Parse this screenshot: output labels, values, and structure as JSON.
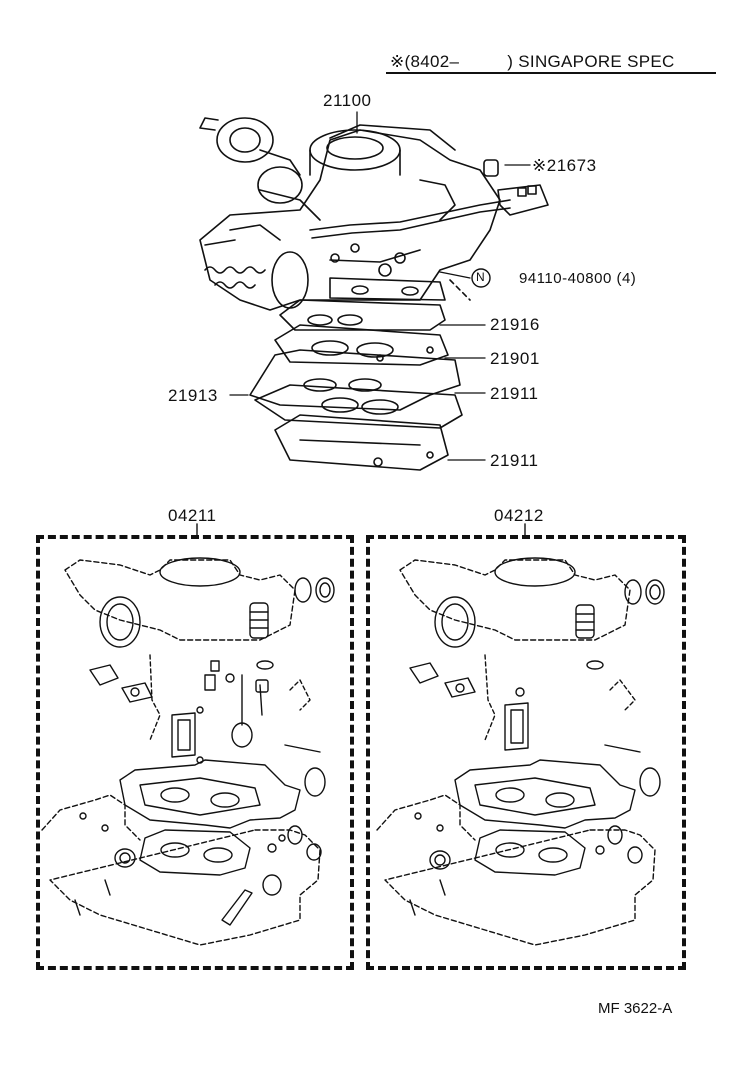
{
  "header": {
    "mark": "※",
    "range_start": "(8402–",
    "range_end": ")",
    "spec": "SINGAPORE SPEC"
  },
  "callouts": {
    "carburetor": "21100",
    "sensor": "※21673",
    "nut_symbol": "N",
    "nut": "94110-40800 (4)",
    "gasket_top": "21916",
    "insulator": "21901",
    "gasket_left": "21913",
    "gasket_mid": "21911",
    "gasket_bottom": "21911"
  },
  "kits": {
    "left": "04211",
    "right": "04212"
  },
  "figure_ref": "MF 3622-A"
}
